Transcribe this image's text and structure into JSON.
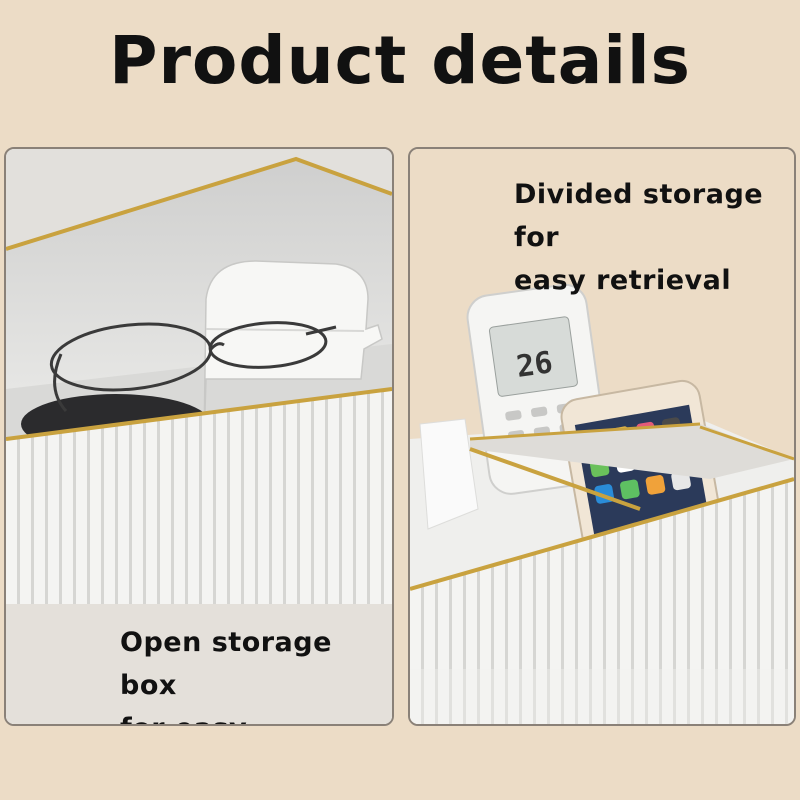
{
  "title": "Product details",
  "panels": {
    "left": {
      "caption_line1": "Open storage box",
      "caption_line2": "for easy retrieval"
    },
    "right": {
      "caption_line1": "Divided storage for",
      "caption_line2": "easy retrieval",
      "remote_display": "26"
    }
  },
  "colors": {
    "background": "#ecdcc6",
    "gold_trim": "#c9a23f",
    "box_white": "#f2f2f0"
  }
}
